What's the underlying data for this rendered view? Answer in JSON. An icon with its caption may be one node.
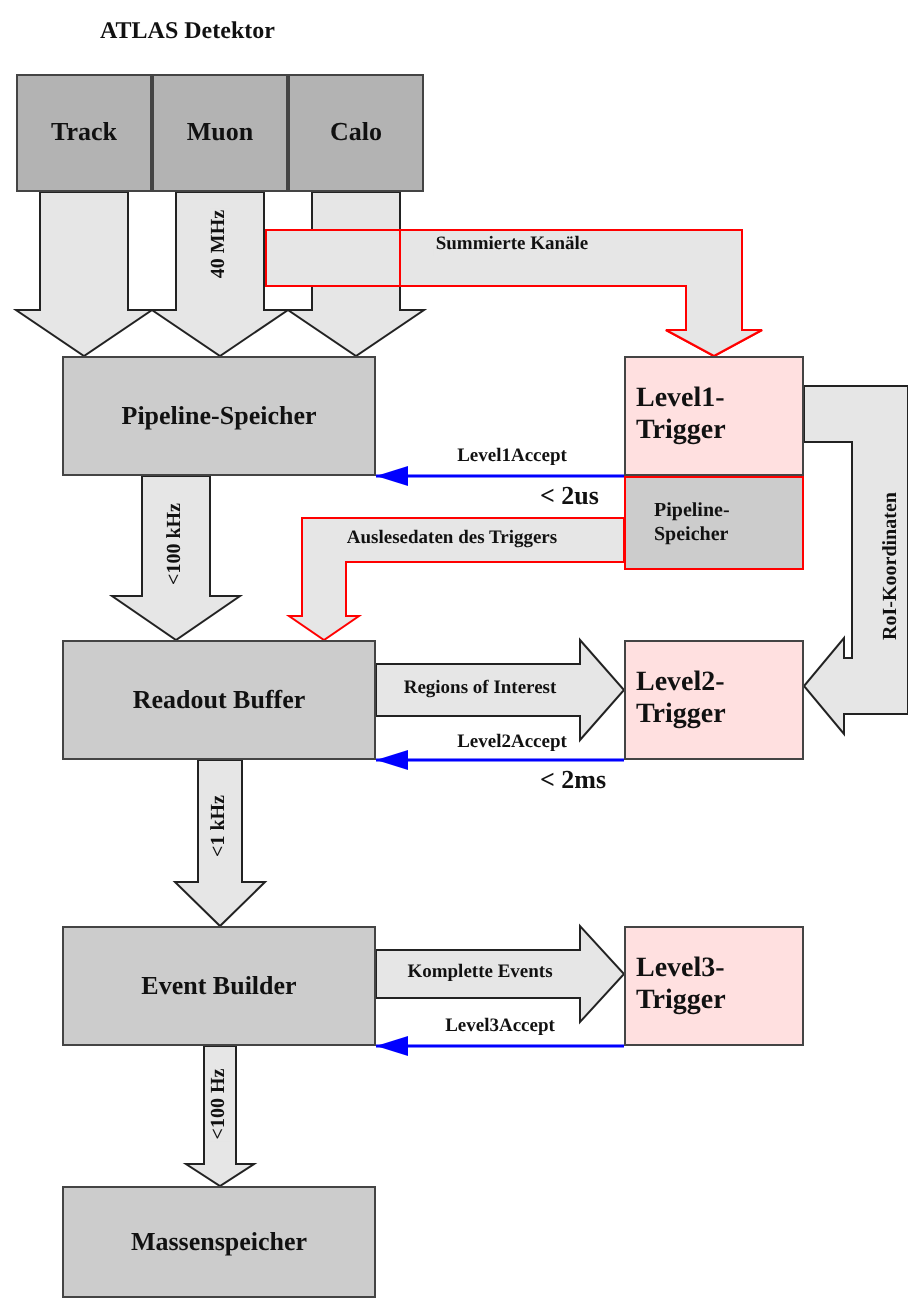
{
  "diagram": {
    "title": "ATLAS Detektor",
    "nodes": [
      {
        "text": [
          "Track"
        ]
      },
      {
        "text": [
          "Muon"
        ]
      },
      {
        "text": [
          "Calo"
        ]
      },
      {
        "text": [
          "Pipeline-Speicher"
        ]
      },
      {
        "text": [
          "Level1-Trigger"
        ]
      },
      {
        "text": [
          "Pipeline-Speicher"
        ]
      },
      {
        "text": [
          "Readout Buffer"
        ]
      },
      {
        "text": [
          "Level2-Trigger"
        ]
      },
      {
        "text": [
          "Event Builder"
        ]
      },
      {
        "text": [
          "Level3-Trigger"
        ]
      },
      {
        "text": [
          "Massenspeicher"
        ]
      }
    ],
    "edges": [
      {
        "from": 0,
        "to": 3,
        "arrow": "to",
        "style": "thick"
      },
      {
        "from": 1,
        "to": 3,
        "arrow": "to",
        "style": "thick",
        "label": "40 MHz"
      },
      {
        "from": 2,
        "to": 3,
        "arrow": "to",
        "style": "thick"
      },
      {
        "from": 1,
        "to": 4,
        "arrow": "to",
        "style": "thick",
        "color": "#ff0000"
      },
      {
        "from": 2,
        "to": 4,
        "arrow": "to",
        "style": "thick",
        "color": "#ff0000",
        "label": "Summierte Kanäle"
      },
      {
        "from": 3,
        "to": 6,
        "arrow": "to",
        "style": "thick",
        "label": "<100 kHz"
      },
      {
        "from": 4,
        "to": 3,
        "arrow": "to",
        "color": "#0000ff",
        "label": "Level1Accept"
      },
      {
        "from": 5,
        "to": 6,
        "arrow": "to",
        "style": "thick",
        "color": "#ff0000",
        "label": "Auslesedaten des Triggers"
      },
      {
        "from": 4,
        "to": 7,
        "arrow": "to",
        "style": "thick",
        "label": "RoI-Koordinaten"
      },
      {
        "from": 6,
        "to": 7,
        "arrow": "to",
        "style": "thick",
        "label": "Regions of Interest"
      },
      {
        "from": 7,
        "to": 6,
        "arrow": "to",
        "color": "#0000ff",
        "label": "Level2Accept"
      },
      {
        "from": 6,
        "to": 8,
        "arrow": "to",
        "style": "thick",
        "label": "<1 kHz"
      },
      {
        "from": 8,
        "to": 9,
        "arrow": "to",
        "style": "thick",
        "label": "Komplette Events"
      },
      {
        "from": 9,
        "to": 8,
        "arrow": "to",
        "color": "#0000ff",
        "label": "Level3Accept"
      },
      {
        "from": 8,
        "to": 10,
        "arrow": "to",
        "style": "thick",
        "label": "<100 Hz"
      }
    ],
    "labels": [
      "< 2us",
      "< 2ms"
    ]
  }
}
